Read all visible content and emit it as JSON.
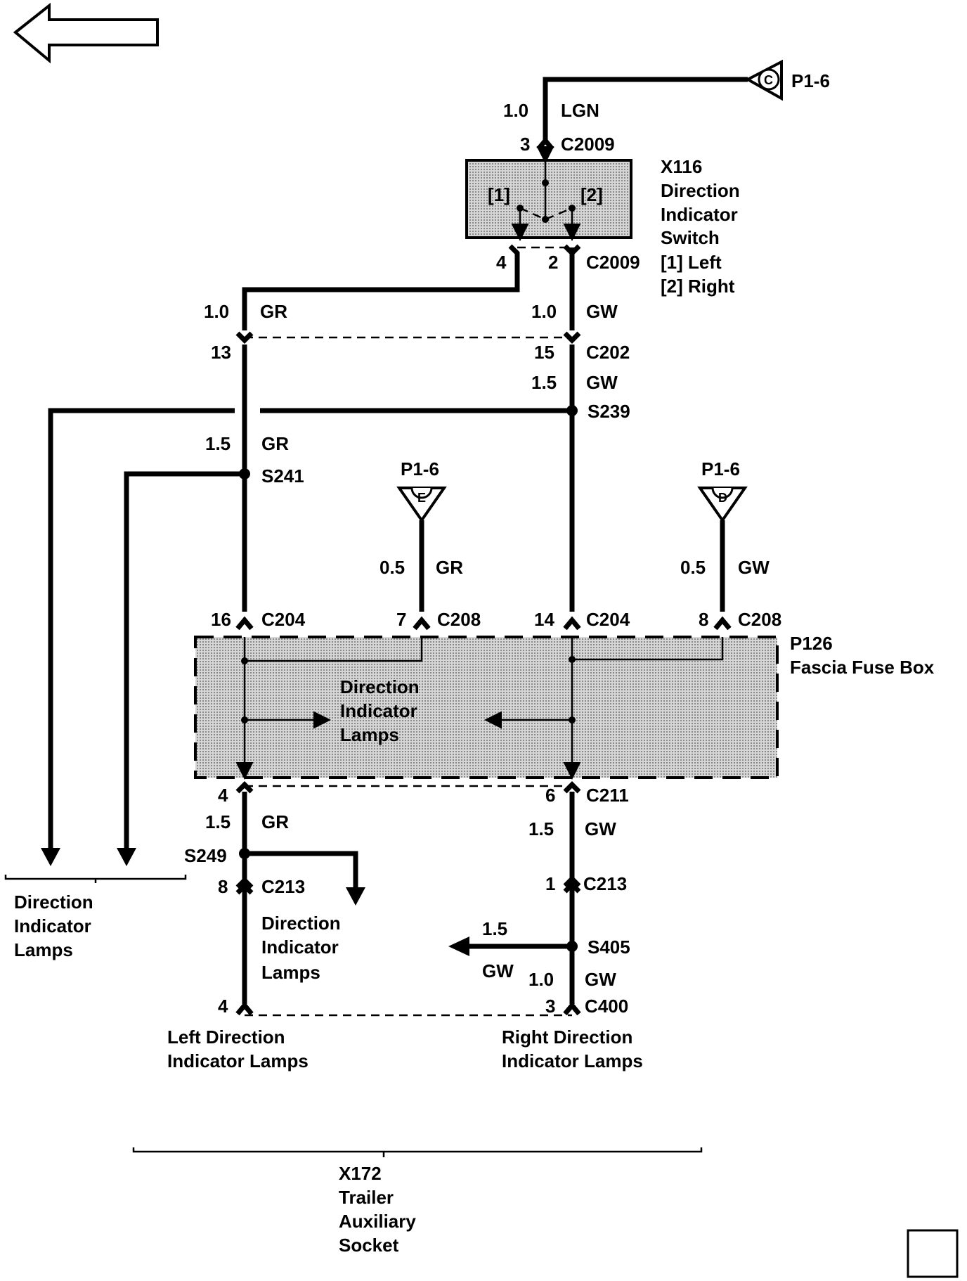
{
  "labels": {
    "p16_top": "P1-6",
    "conn_c": "C",
    "top_size": "1.0",
    "top_color": "LGN",
    "c2009_top_pin": "3",
    "c2009_top": "C2009",
    "switch_id": "X116",
    "switch_name1": "Direction",
    "switch_name2": "Indicator",
    "switch_name3": "Switch",
    "switch_leg1": "[1]  Left",
    "switch_leg2": "[2]  Right",
    "switch_in1": "[1]",
    "switch_in2": "[2]",
    "c2009_pin4": "4",
    "c2009_pin2": "2",
    "c2009_bot": "C2009",
    "gr_size": "1.0",
    "gr_color": "GR",
    "gw_size": "1.0",
    "gw_color": "GW",
    "c202_pin13": "13",
    "c202_pin15": "15",
    "c202": "C202",
    "gw15_size": "1.5",
    "gw15_color": "GW",
    "s239": "S239",
    "gr15_size": "1.5",
    "gr15_color": "GR",
    "s241": "S241",
    "p16_e": "P1-6",
    "conn_e": "E",
    "p16_d": "P1-6",
    "conn_d": "D",
    "e_size": "0.5",
    "e_color": "GR",
    "d_size": "0.5",
    "d_color": "GW",
    "c204_pin16": "16",
    "c204_a": "C204",
    "c208_pin7": "7",
    "c208_a": "C208",
    "c204_pin14": "14",
    "c204_b": "C204",
    "c208_pin8": "8",
    "c208_b": "C208",
    "fuse_id": "P126",
    "fuse_name": "Fascia Fuse Box",
    "fuse_in1": "Direction",
    "fuse_in2": "Indicator",
    "fuse_in3": "Lamps",
    "c211_pin4": "4",
    "c211_pin6": "6",
    "c211": "C211",
    "gr_b_size": "1.5",
    "gr_b_color": "GR",
    "gw_b_size": "1.5",
    "gw_b_color": "GW",
    "s249": "S249",
    "c213_pin8": "8",
    "c213_a": "C213",
    "c213_pin1": "1",
    "c213_b": "C213",
    "left_dil1": "Direction",
    "left_dil2": "Indicator",
    "left_dil3": "Lamps",
    "mid_dil1": "Direction",
    "mid_dil2": "Indicator",
    "mid_dil3": "Lamps",
    "s405_size": "1.5",
    "s405_color": "GW",
    "s405": "S405",
    "c400_size": "1.0",
    "c400_color": "GW",
    "c400_pin4": "4",
    "c400_pin3": "3",
    "c400": "C400",
    "left_lamps1": "Left Direction",
    "left_lamps2": "Indicator Lamps",
    "right_lamps1": "Right Direction",
    "right_lamps2": "Indicator Lamps",
    "trailer1": "X172",
    "trailer2": "Trailer",
    "trailer3": "Auxiliary",
    "trailer4": "Socket"
  }
}
